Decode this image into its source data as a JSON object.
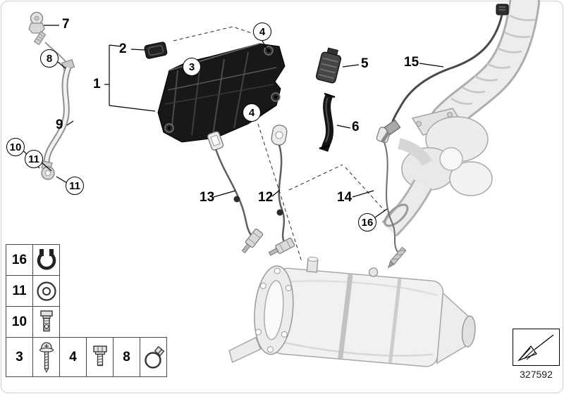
{
  "callouts": {
    "c1": {
      "label": "1"
    },
    "c2": {
      "label": "2"
    },
    "c3": {
      "label": "3"
    },
    "c4a": {
      "label": "4"
    },
    "c4b": {
      "label": "4"
    },
    "c5": {
      "label": "5"
    },
    "c6": {
      "label": "6"
    },
    "c7": {
      "label": "7"
    },
    "c8": {
      "label": "8"
    },
    "c9": {
      "label": "9"
    },
    "c10": {
      "label": "10"
    },
    "c11a": {
      "label": "11"
    },
    "c11b": {
      "label": "11"
    },
    "c12": {
      "label": "12"
    },
    "c13": {
      "label": "13"
    },
    "c14": {
      "label": "14"
    },
    "c15": {
      "label": "15"
    },
    "c16": {
      "label": "16"
    }
  },
  "legend": {
    "rows": [
      {
        "num": "16",
        "icon": "band-clamp-icon"
      },
      {
        "num": "11",
        "icon": "seal-washer-icon"
      },
      {
        "num": "10",
        "icon": "hollow-bolt-icon"
      }
    ],
    "bottom_row": [
      {
        "num": "3",
        "icon": "screw-icon"
      },
      {
        "num": "4",
        "icon": "hex-bolt-icon"
      },
      {
        "num": "8",
        "icon": "hose-clamp-icon"
      }
    ]
  },
  "footer": {
    "diagram_number": "327592"
  },
  "colors": {
    "part_black": "#181818",
    "machinery_fill": "#efefef",
    "machinery_stroke": "#a8a8a8",
    "line": "#000000"
  }
}
